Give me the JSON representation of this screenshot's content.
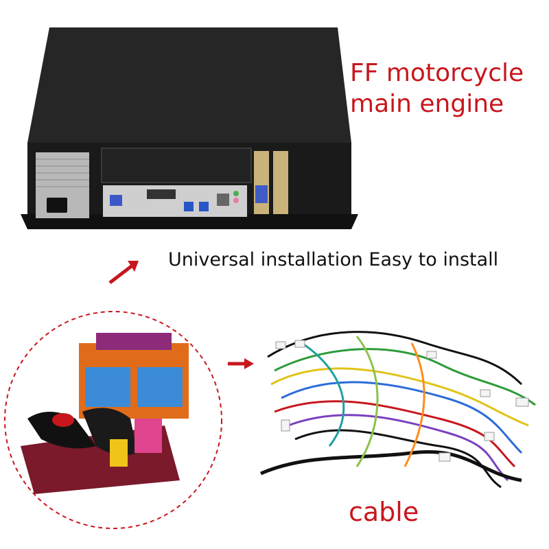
{
  "product": {
    "title_line1": "FF motorcycle",
    "title_line2": "main engine"
  },
  "tagline": "Universal installation Easy to install",
  "cable_label": "cable",
  "colors": {
    "accent_red": "#c8161d",
    "case_black": "#1b1b1b",
    "text_dark": "#111111"
  },
  "icons": {
    "arrow_to_engine": "arrow-up-right-icon",
    "arrow_to_cable": "arrow-right-icon"
  }
}
